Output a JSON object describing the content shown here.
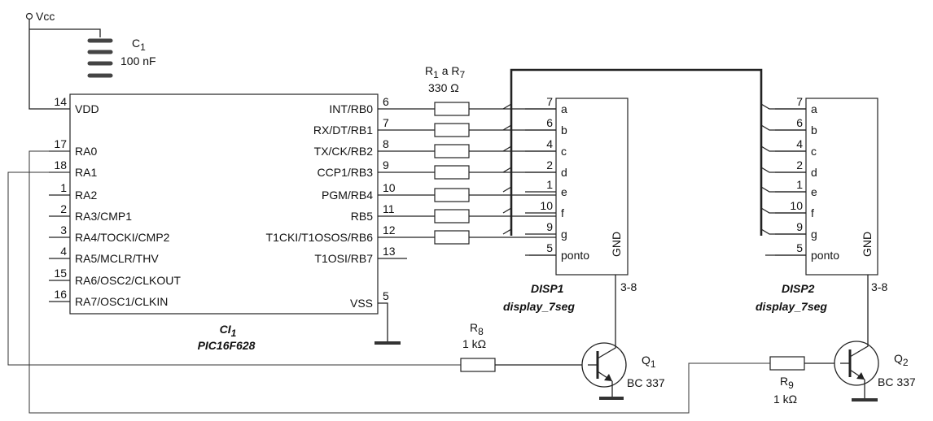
{
  "vcc": "Vcc",
  "c1": {
    "name": "C",
    "sub": "1",
    "value": "100 nF"
  },
  "ic": {
    "name": "CI",
    "sub": "1",
    "model": "PIC16F628",
    "left_pins": [
      {
        "num": "14",
        "label": "VDD"
      },
      {
        "num": "17",
        "label": "RA0"
      },
      {
        "num": "18",
        "label": "RA1"
      },
      {
        "num": "1",
        "label": "RA2"
      },
      {
        "num": "2",
        "label": "RA3/CMP1"
      },
      {
        "num": "3",
        "label": "RA4/TOCKI/CMP2"
      },
      {
        "num": "4",
        "label": "RA5/MCLR/THV"
      },
      {
        "num": "15",
        "label": "RA6/OSC2/CLKOUT"
      },
      {
        "num": "16",
        "label": "RA7/OSC1/CLKIN"
      }
    ],
    "right_pins": [
      {
        "num": "6",
        "label": "INT/RB0"
      },
      {
        "num": "7",
        "label": "RX/DT/RB1"
      },
      {
        "num": "8",
        "label": "TX/CK/RB2"
      },
      {
        "num": "9",
        "label": "CCP1/RB3"
      },
      {
        "num": "10",
        "label": "PGM/RB4"
      },
      {
        "num": "11",
        "label": "RB5"
      },
      {
        "num": "12",
        "label": "T1CKI/T1OSOS/RB6"
      },
      {
        "num": "13",
        "label": "T1OSI/RB7"
      },
      {
        "num": "5",
        "label": "VSS"
      }
    ]
  },
  "r1_7": {
    "label": "R",
    "sub1": "1",
    "mid": " a R",
    "sub2": "7",
    "value": "330 Ω"
  },
  "disp1": {
    "name": "DISP1",
    "type": "display_7seg",
    "gnd_pins": "3-8",
    "gnd": "GND",
    "pins": [
      {
        "num": "7",
        "label": "a"
      },
      {
        "num": "6",
        "label": "b"
      },
      {
        "num": "4",
        "label": "c"
      },
      {
        "num": "2",
        "label": "d"
      },
      {
        "num": "1",
        "label": "e"
      },
      {
        "num": "10",
        "label": "f"
      },
      {
        "num": "9",
        "label": "g"
      },
      {
        "num": "5",
        "label": "ponto"
      }
    ]
  },
  "disp2": {
    "name": "DISP2",
    "type": "display_7seg",
    "gnd_pins": "3-8",
    "gnd": "GND",
    "pins": [
      {
        "num": "7",
        "label": "a"
      },
      {
        "num": "6",
        "label": "b"
      },
      {
        "num": "4",
        "label": "c"
      },
      {
        "num": "2",
        "label": "d"
      },
      {
        "num": "1",
        "label": "e"
      },
      {
        "num": "10",
        "label": "f"
      },
      {
        "num": "9",
        "label": "g"
      },
      {
        "num": "5",
        "label": "ponto"
      }
    ]
  },
  "r8": {
    "name": "R",
    "sub": "8",
    "value": "1 kΩ"
  },
  "r9": {
    "name": "R",
    "sub": "9",
    "value": "1 kΩ"
  },
  "q1": {
    "name": "Q",
    "sub": "1",
    "model": "BC 337"
  },
  "q2": {
    "name": "Q",
    "sub": "2",
    "model": "BC 337"
  }
}
